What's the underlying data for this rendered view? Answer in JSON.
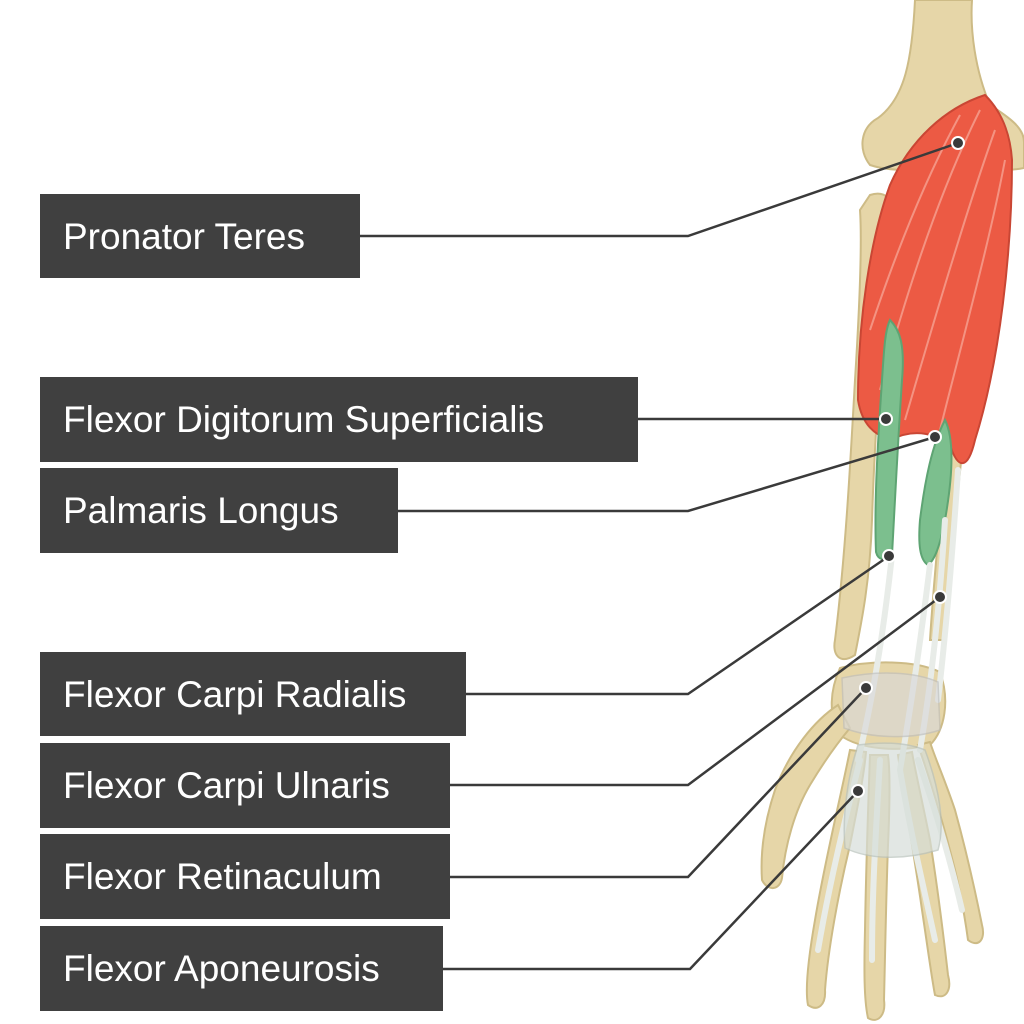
{
  "labels": [
    "Pronator Teres",
    "Flexor Digitorum Superficialis",
    "Palmaris Longus",
    "Flexor Carpi Radialis",
    "Flexor Carpi Ulnaris",
    "Flexor Retinaculum",
    "Flexor Aponeurosis"
  ],
  "colors": {
    "label_bg": "#404040",
    "label_text": "#ffffff",
    "leader_line": "#3a3a3a",
    "bone": "#e6d6a8",
    "muscle_red": "#ec5a44",
    "muscle_green": "#7cbf8e",
    "tendon": "#f2f4f2"
  }
}
